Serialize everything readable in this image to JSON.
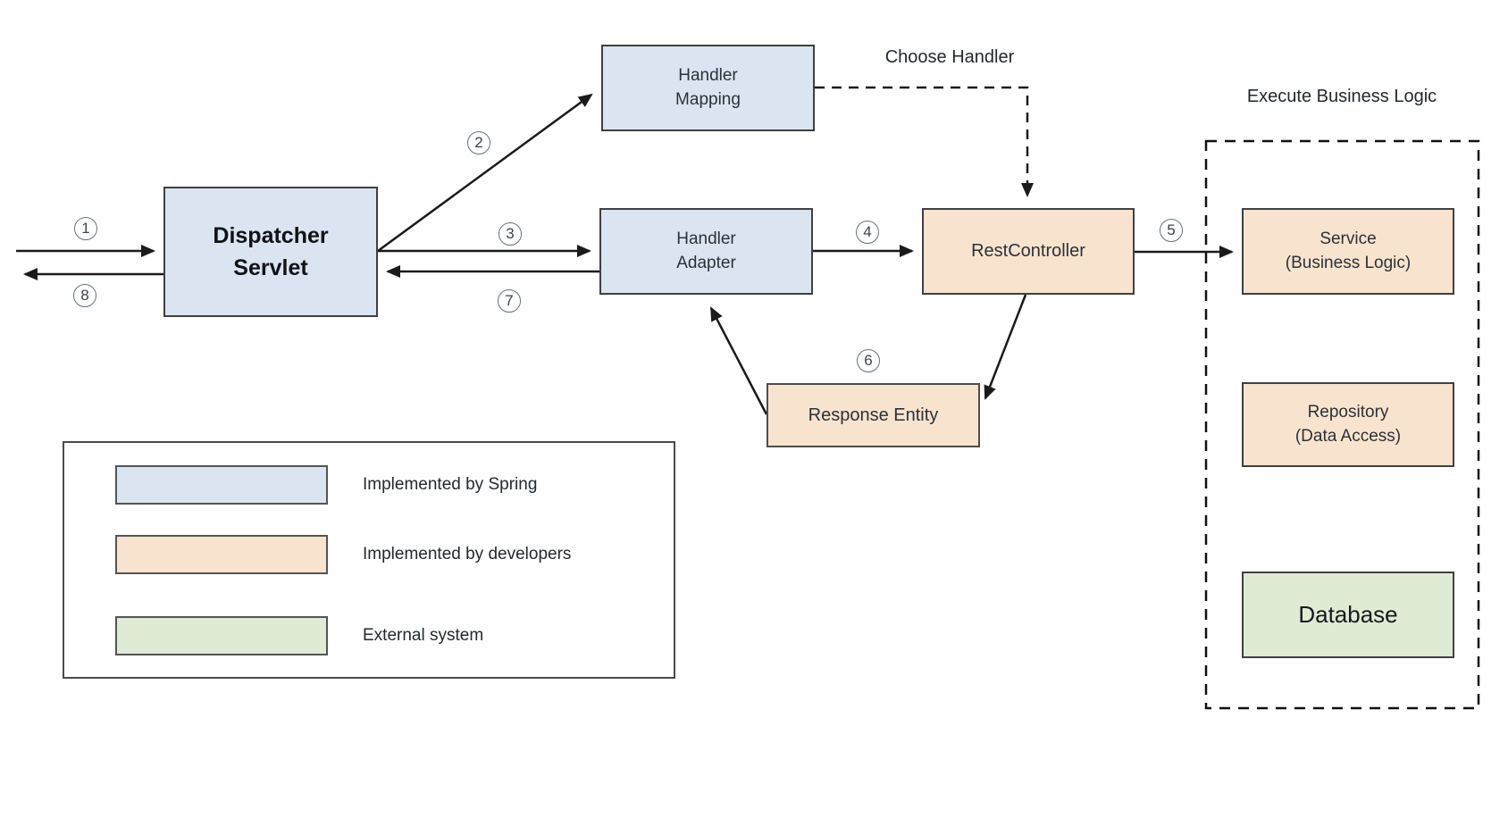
{
  "diagram": {
    "nodes": {
      "dispatcher_servlet": {
        "label": "Dispatcher\nServlet"
      },
      "handler_mapping": {
        "label": "Handler\nMapping"
      },
      "handler_adapter": {
        "label": "Handler\nAdapter"
      },
      "rest_controller": {
        "label": "RestController"
      },
      "response_entity": {
        "label": "Response Entity"
      },
      "service": {
        "label": "Service\n(Business Logic)"
      },
      "repository": {
        "label": "Repository\n(Data Access)"
      },
      "database": {
        "label": "Database"
      }
    },
    "annotations": {
      "choose_handler": "Choose Handler",
      "execute_business_logic": "Execute Business Logic"
    },
    "steps": [
      "1",
      "2",
      "3",
      "4",
      "5",
      "6",
      "7",
      "8"
    ],
    "colors": {
      "spring_fill": "#dbe5f2",
      "developer_fill": "#f8e3cf",
      "external_fill": "#e0ebd5",
      "line": "#1a1a1a"
    }
  },
  "legend": {
    "items": [
      {
        "label": "Implemented by Spring",
        "color": "#dbe5f2"
      },
      {
        "label": "Implemented by developers",
        "color": "#f8e3cf"
      },
      {
        "label": "External system",
        "color": "#e0ebd5"
      }
    ]
  }
}
